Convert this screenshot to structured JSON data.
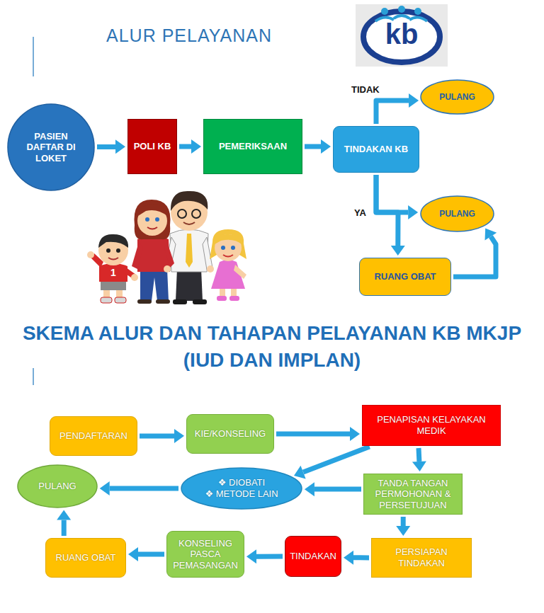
{
  "diagram": {
    "title": "ALUR PELAYANAN",
    "nodes": [
      {
        "text": [
          "PASIEN DAFTAR DI LOKET"
        ]
      },
      {
        "text": [
          "POLI KB"
        ]
      },
      {
        "text": [
          "PEMERIKSAAN"
        ]
      },
      {
        "text": [
          "TINDAKAN KB"
        ]
      },
      {
        "text": [
          "PULANG"
        ]
      },
      {
        "text": [
          "PULANG"
        ]
      },
      {
        "text": [
          "RUANG OBAT"
        ]
      },
      {
        "text": [
          "PENDAFTARAN"
        ]
      },
      {
        "text": [
          "KIE/KONSELING"
        ]
      },
      {
        "text": [
          "PENAPISAN KELAYAKAN MEDIK"
        ]
      },
      {
        "text": [
          "PULANG"
        ]
      },
      {
        "text": [
          "❖ DIOBATI",
          "❖ METODE LAIN"
        ]
      },
      {
        "text": [
          "TANDA TANGAN PERMOHONAN & PERSETUJUAN"
        ]
      },
      {
        "text": [
          "RUANG OBAT"
        ]
      },
      {
        "text": [
          "KONSELING PASCA PEMASANGAN"
        ]
      },
      {
        "text": [
          "TINDAKAN"
        ]
      },
      {
        "text": [
          "PERSIAPAN TINDAKAN"
        ]
      }
    ],
    "edges": [
      {
        "from": 0,
        "to": 1,
        "arrow": "to"
      },
      {
        "from": 1,
        "to": 2,
        "arrow": "to"
      },
      {
        "from": 2,
        "to": 3,
        "arrow": "to"
      },
      {
        "from": 3,
        "to": 4,
        "label": "TIDAK",
        "arrow": "to"
      },
      {
        "from": 3,
        "to": 5,
        "label": "YA",
        "arrow": "to"
      },
      {
        "from": 3,
        "to": 6,
        "arrow": "to"
      },
      {
        "from": 6,
        "to": 5,
        "arrow": "to"
      },
      {
        "from": 7,
        "to": 8,
        "arrow": "to"
      },
      {
        "from": 8,
        "to": 9,
        "arrow": "to"
      },
      {
        "from": 9,
        "to": 11,
        "arrow": "to"
      },
      {
        "from": 9,
        "to": 12,
        "arrow": "to"
      },
      {
        "from": 12,
        "to": 11,
        "arrow": "to"
      },
      {
        "from": 11,
        "to": 10,
        "arrow": "to"
      },
      {
        "from": 12,
        "to": 16,
        "arrow": "to"
      },
      {
        "from": 16,
        "to": 15,
        "arrow": "to"
      },
      {
        "from": 15,
        "to": 14,
        "arrow": "to"
      },
      {
        "from": 14,
        "to": 13,
        "arrow": "to"
      },
      {
        "from": 13,
        "to": 10,
        "arrow": "to"
      }
    ],
    "labels": [
      "kb",
      "1",
      "SKEMA ALUR DAN TAHAPAN PELAYANAN KB MKJP   (IUD DAN IMPLAN)"
    ]
  }
}
